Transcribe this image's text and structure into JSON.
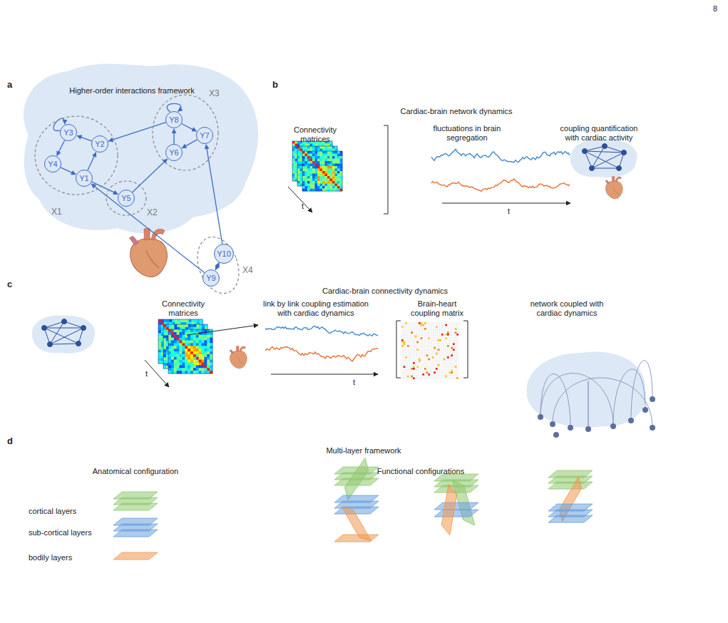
{
  "diagram": {
    "nodes": [
      {
        "text": [
          "X1"
        ]
      },
      {
        "text": [
          "Y3"
        ],
        "in": 0
      },
      {
        "text": [
          "Y2"
        ],
        "in": 0
      },
      {
        "text": [
          "Y4"
        ],
        "in": 0
      },
      {
        "text": [
          "Y1"
        ],
        "in": 0
      },
      {
        "text": [
          "X2"
        ]
      },
      {
        "text": [
          "Y5"
        ],
        "in": 5
      },
      {
        "text": [
          "X3"
        ]
      },
      {
        "text": [
          "Y8"
        ],
        "in": 7
      },
      {
        "text": [
          "Y7"
        ],
        "in": 7
      },
      {
        "text": [
          "Y6"
        ],
        "in": 7
      },
      {
        "text": [
          "X4"
        ]
      },
      {
        "text": [
          "Y10"
        ],
        "in": 11
      },
      {
        "text": [
          "Y9"
        ],
        "in": 11
      }
    ],
    "edges": [
      {
        "from": 1,
        "to": 3,
        "arrow": "to"
      },
      {
        "from": 3,
        "to": 4,
        "arrow": "to"
      },
      {
        "from": 4,
        "to": 2,
        "arrow": "to"
      },
      {
        "from": 2,
        "to": 1,
        "arrow": "to"
      },
      {
        "from": 1,
        "to": 1,
        "arrow": "to"
      },
      {
        "from": 4,
        "to": 6,
        "arrow": "to"
      },
      {
        "from": 6,
        "to": 10,
        "arrow": "to"
      },
      {
        "from": 8,
        "to": 2,
        "arrow": "to"
      },
      {
        "from": 8,
        "to": 8,
        "arrow": "to"
      },
      {
        "from": 8,
        "to": 9,
        "arrow": "to"
      },
      {
        "from": 9,
        "to": 10,
        "arrow": "to"
      },
      {
        "from": 10,
        "to": 8,
        "arrow": "to"
      },
      {
        "from": 12,
        "to": 9,
        "arrow": "to"
      },
      {
        "from": 13,
        "to": 4,
        "arrow": "to"
      },
      {
        "from": 12,
        "to": 13,
        "arrow": "both"
      }
    ],
    "labels": [
      "8",
      "a",
      "Higher-order interactions framework",
      "b",
      "Cardiac-brain network dynamics",
      "Connectivity matrices",
      "t",
      "fluctuations in brain segregation",
      "coupling quantification with cardiac activity",
      "t",
      "c",
      "Cardiac-brain connectivity dynamics",
      "Connectivity matrices",
      "t",
      "link by link coupling estimation with cardiac dynamics",
      "Brain-heart coupling matrix",
      "network coupled with cardiac dynamics",
      "t",
      "d",
      "Multi-layer framework",
      "Anatomical configuration",
      "cortical layers",
      "sub-cortical layers",
      "bodily layers",
      "Functional configurations"
    ]
  }
}
